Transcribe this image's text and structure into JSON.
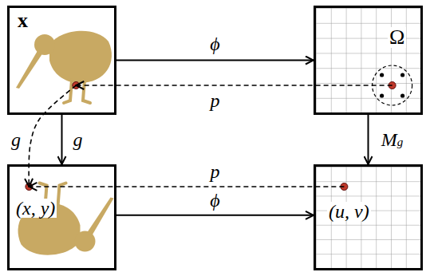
{
  "diagram": {
    "nodes": [
      {
        "text": [
          "x"
        ]
      },
      {
        "text": [
          "Ω"
        ]
      },
      {
        "text": [
          "(x, y)"
        ]
      },
      {
        "text": [
          "(u, v)"
        ]
      }
    ],
    "edges": [
      {
        "from": 0,
        "to": 1,
        "arrow": "to",
        "label": "ϕ"
      },
      {
        "from": 1,
        "to": 0,
        "arrow": "to",
        "label": "p"
      },
      {
        "from": 0,
        "to": 2,
        "arrow": "to",
        "label": "g"
      },
      {
        "from": 0,
        "to": 2,
        "arrow": "to",
        "label": "g"
      },
      {
        "from": 1,
        "to": 3,
        "arrow": "to",
        "label": "Mg"
      },
      {
        "from": 3,
        "to": 2,
        "arrow": "to",
        "label": "p"
      },
      {
        "from": 2,
        "to": 3,
        "arrow": "to",
        "label": "ϕ"
      }
    ]
  }
}
